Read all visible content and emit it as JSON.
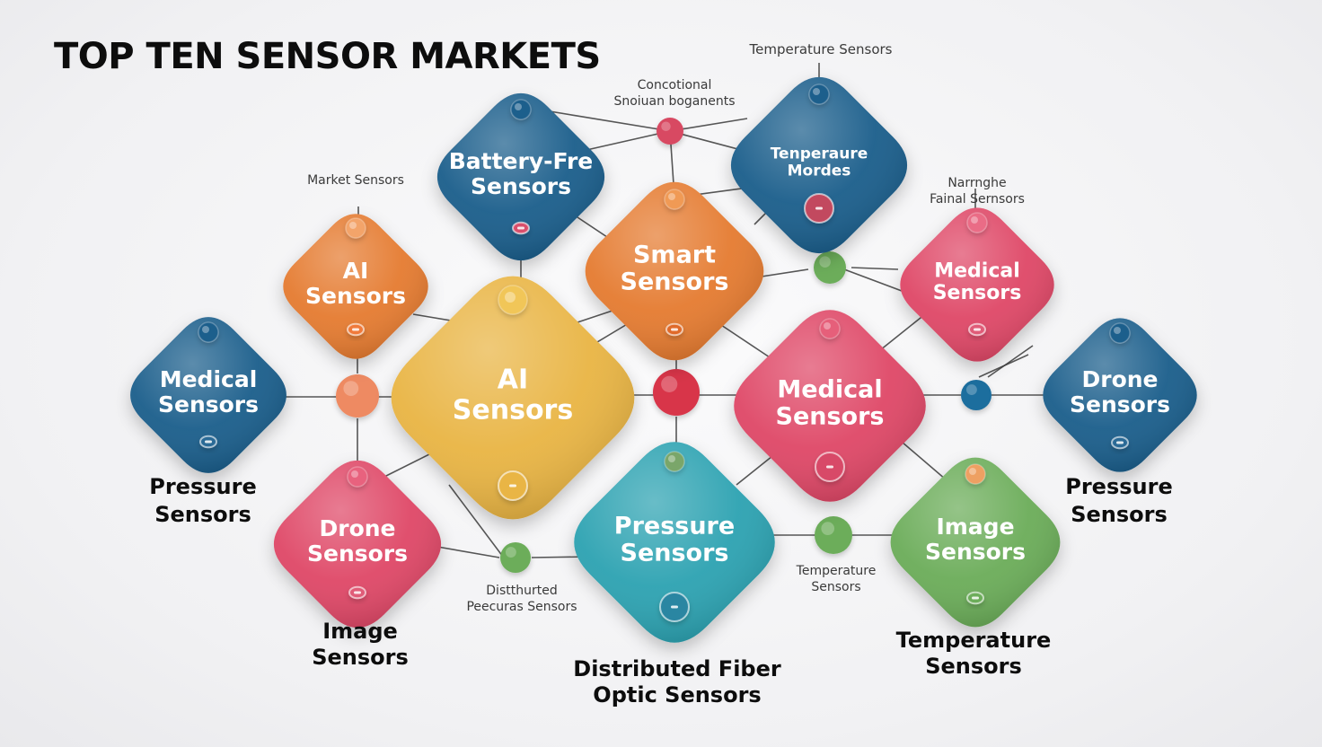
{
  "title": "TOP TEN SENSOR MARKETS",
  "colors": {
    "navy": "#1d5e8c",
    "orange": "#e57b31",
    "yellow": "#e9b545",
    "pink": "#df4a67",
    "teal": "#2fa3b2",
    "green": "#6cad5a",
    "line": "#3a3a3a"
  },
  "nodes": [
    {
      "id": "battery-free-sensors",
      "lines": [
        "Battery-Fre",
        "Sensors"
      ],
      "color": "navy"
    },
    {
      "id": "temperature-modes",
      "lines": [
        "Tenperaure",
        "Mordes"
      ],
      "color": "navy"
    },
    {
      "id": "ai-sensors-small",
      "lines": [
        "AI",
        "Sensors"
      ],
      "color": "orange"
    },
    {
      "id": "smart-sensors",
      "lines": [
        "Smart",
        "Sensors"
      ],
      "color": "orange"
    },
    {
      "id": "ai-sensors-large",
      "lines": [
        "AI",
        "Sensors"
      ],
      "color": "yellow"
    },
    {
      "id": "medical-sensors-left",
      "lines": [
        "Medical",
        "Sensors"
      ],
      "color": "navy"
    },
    {
      "id": "medical-sensors-top-right",
      "lines": [
        "Medical",
        "Sensors"
      ],
      "color": "pink"
    },
    {
      "id": "medical-sensors-center",
      "lines": [
        "Medical",
        "Sensors"
      ],
      "color": "pink"
    },
    {
      "id": "drone-sensors-right",
      "lines": [
        "Drone",
        "Sensors"
      ],
      "color": "navy"
    },
    {
      "id": "drone-sensors-left",
      "lines": [
        "Drone",
        "Sensors"
      ],
      "color": "pink"
    },
    {
      "id": "pressure-sensors-center",
      "lines": [
        "Pressure",
        "Sensors"
      ],
      "color": "teal"
    },
    {
      "id": "image-sensors-node",
      "lines": [
        "Image",
        "Sensors"
      ],
      "color": "green"
    }
  ],
  "labels": [
    {
      "id": "temperature-sensors-top",
      "lines": [
        "Temperature Sensors"
      ]
    },
    {
      "id": "conventional-components",
      "lines": [
        "Concotional",
        "Snoiuan boganents"
      ]
    },
    {
      "id": "market-sensors",
      "lines": [
        "Market Sensors"
      ]
    },
    {
      "id": "narrow-field-sensors",
      "lines": [
        "Narrnghe",
        "Fainal Sernsors"
      ]
    },
    {
      "id": "pressure-sensors-left-label",
      "lines": [
        "Pressure",
        "Sensors"
      ]
    },
    {
      "id": "pressure-sensors-right-label",
      "lines": [
        "Pressure",
        "Sensors"
      ]
    },
    {
      "id": "image-sensors-label",
      "lines": [
        "Image",
        "Sensors"
      ]
    },
    {
      "id": "distributed-pressure-sensors",
      "lines": [
        "Distthurted",
        "Peecuras Sensors"
      ]
    },
    {
      "id": "temperature-sensors-small",
      "lines": [
        "Temperature",
        "Sensors"
      ]
    },
    {
      "id": "distributed-fiber-optic-sensors",
      "lines": [
        "Distributed Fiber",
        "Optic Sensors"
      ]
    },
    {
      "id": "temperature-sensors-bottom",
      "lines": [
        "Temperature",
        "Sensors"
      ]
    }
  ]
}
